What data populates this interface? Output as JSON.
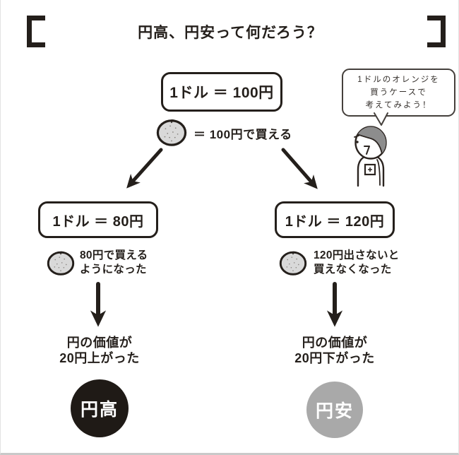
{
  "title": "円高、円安って何だろう？",
  "colors": {
    "ink": "#241f1b",
    "paper": "#ffffff",
    "orange_fill": "#d9d9d9",
    "hair_gray": "#8d8d8d",
    "endaka_circle": "#1f1a16",
    "enyasu_circle": "#a9a9a9",
    "bubble_border": "#45403c"
  },
  "icons": {
    "orange": "orange-icon",
    "narrator": "person-icon",
    "arrows": [
      "arrow-down-left-icon",
      "arrow-down-right-icon",
      "arrow-down-icon"
    ]
  },
  "root": {
    "rate": "1ドル ＝ 100円",
    "caption": "＝ 100円で買える"
  },
  "speech_bubble": {
    "line1": "1ドルのオレンジを",
    "line2": "買うケースで",
    "line3": "考えてみよう！"
  },
  "left_branch": {
    "rate": "1ドル ＝ 80円",
    "caption_line1": "80円で買える",
    "caption_line2": "ようになった",
    "value_line1": "円の価値が",
    "value_line2": "20円上がった",
    "result": "円高"
  },
  "right_branch": {
    "rate": "1ドル ＝ 120円",
    "caption_line1": "120円出さないと",
    "caption_line2": "買えなくなった",
    "value_line1": "円の価値が",
    "value_line2": "20円下がった",
    "result": "円安"
  }
}
